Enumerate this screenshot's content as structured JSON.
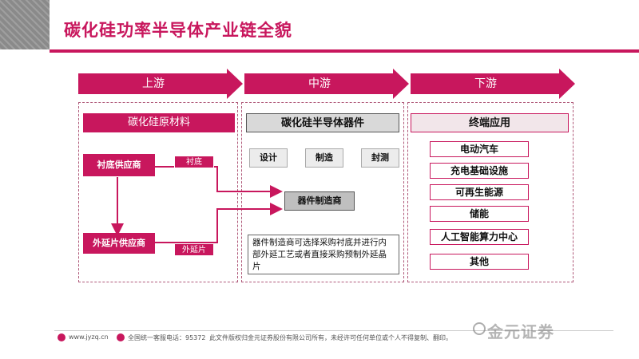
{
  "header": {
    "title": "碳化硅功率半导体产业链全貌"
  },
  "stages": {
    "upstream": "上游",
    "midstream": "中游",
    "downstream": "下游"
  },
  "upstream": {
    "header": "碳化硅原材料",
    "substrate_supplier": "衬底供应商",
    "epi_supplier": "外延片供应商",
    "tag_substrate": "衬底",
    "tag_epi": "外延片"
  },
  "midstream": {
    "header": "碳化硅半导体器件",
    "steps": [
      "设计",
      "制造",
      "封测"
    ],
    "manufacturer": "器件制造商",
    "note": "器件制造商可选择采购衬底并进行内部外延工艺或者直接采购预制外延晶片"
  },
  "downstream": {
    "header": "终端应用",
    "items": [
      "电动汽车",
      "充电基础设施",
      "可再生能源",
      "储能",
      "人工智能算力中心",
      "其他"
    ]
  },
  "footer": {
    "website": "www.jyzq.cn",
    "hotline": "全国统一客服电话：95372",
    "copyright": "此文件版权归金元证券股份有限公司所有，未经许可任何单位或个人不得复制、翻印。"
  },
  "watermark": "金元证券",
  "colors": {
    "brand": "#c8175d",
    "grey": "#d9d9d9",
    "light": "#f2e6ea"
  }
}
